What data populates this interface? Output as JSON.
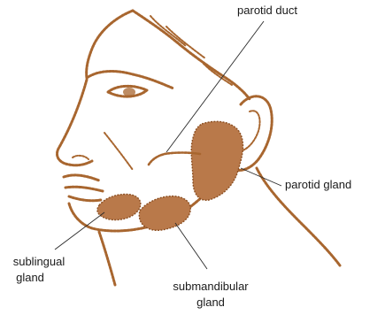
{
  "labels": {
    "parotid_duct": "parotid duct",
    "parotid_gland": "parotid gland",
    "sublingual_line1": "sublingual",
    "sublingual_line2": "gland",
    "submandibular_line1": "submandibular",
    "submandibular_line2": "gland"
  },
  "colors": {
    "sketch": "#a8662f",
    "gland_fill": "#b9794a",
    "leader_line": "#2a2a2a",
    "background": "#ffffff"
  }
}
